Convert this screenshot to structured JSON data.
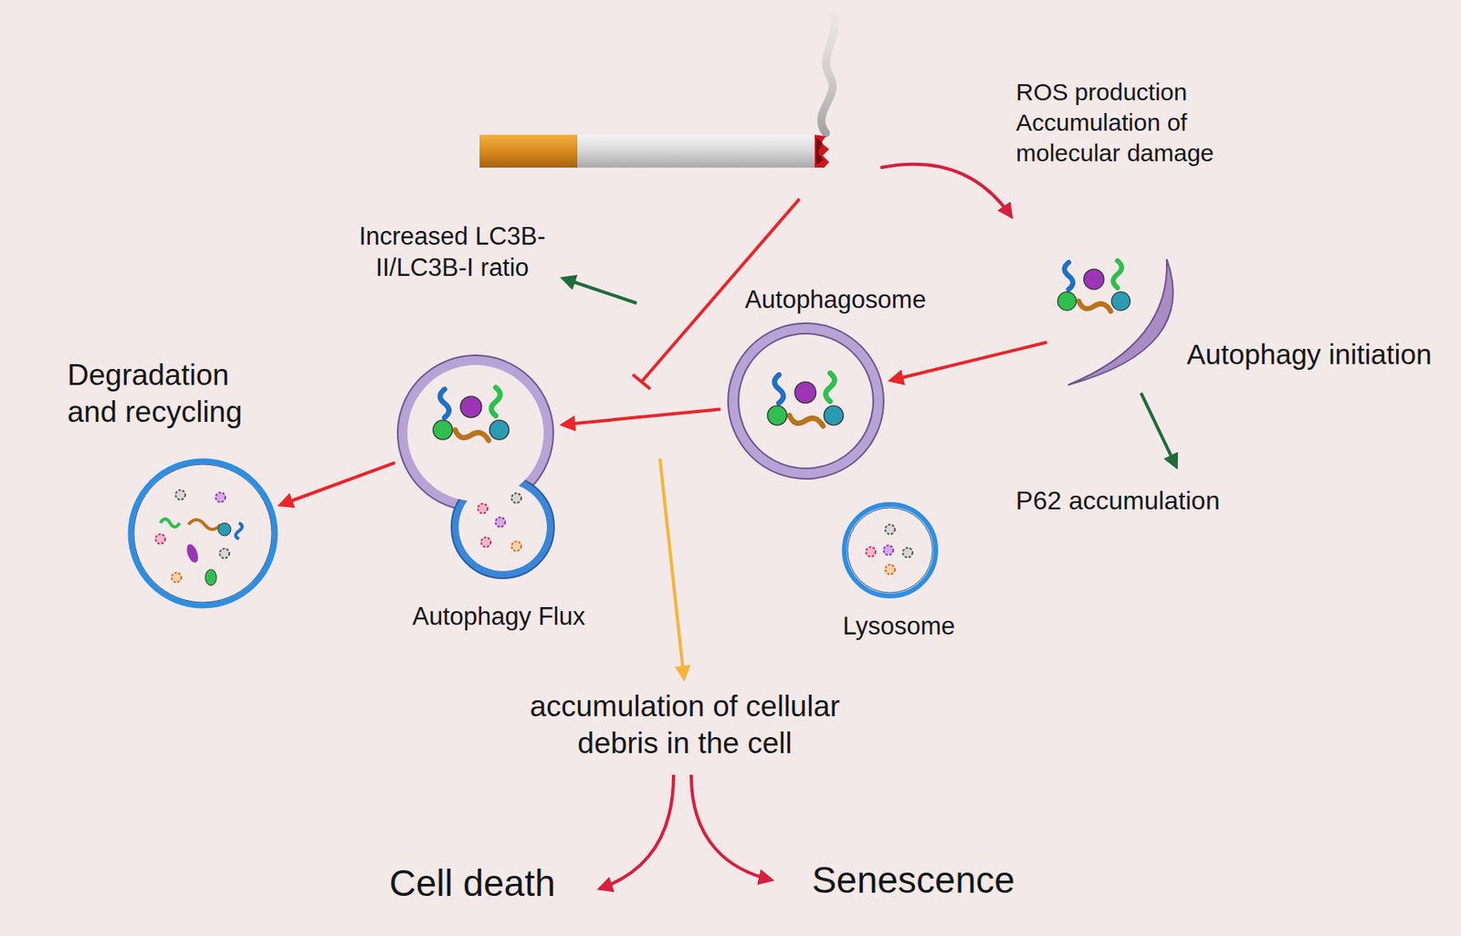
{
  "diagram": {
    "nodes": [
      {
        "text": [
          "Autophagy initiation"
        ]
      },
      {
        "text": [
          "Autophagosome"
        ]
      },
      {
        "text": [
          "Autophagy Flux"
        ]
      },
      {
        "text": [
          "Degradation and recycling"
        ]
      },
      {
        "text": [
          "Lysosome"
        ]
      }
    ],
    "edges": [
      {
        "from": 0,
        "to": 1,
        "arrow": "to"
      },
      {
        "from": 1,
        "to": 2,
        "arrow": "to"
      },
      {
        "from": 2,
        "to": 3,
        "arrow": "to"
      }
    ],
    "labels": [
      "ROS production",
      "Accumulation of molecular damage",
      "Increased LC3B-II/LC3B-I ratio",
      "P62 accumulation",
      "accumulation of cellular debris in the cell",
      "Cell death",
      "Senescence"
    ]
  }
}
